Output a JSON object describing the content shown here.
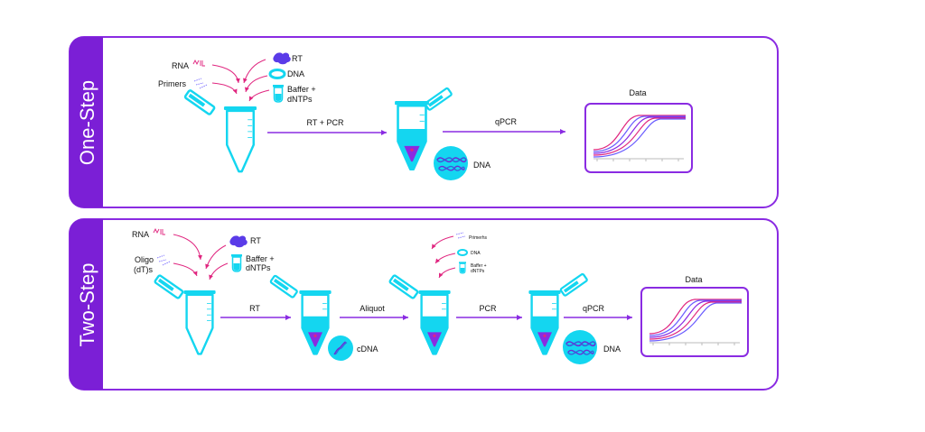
{
  "colors": {
    "panel_border": "#8a2be2",
    "panel_tab": "#7b1fd6",
    "cyan": "#14d6f0",
    "magenta": "#e0257f",
    "purple": "#8a2be2",
    "blue_curve": "#6a5cff"
  },
  "one_step": {
    "side_label": "One-Step",
    "inputs": {
      "rna": "RNA",
      "primers": "Primers",
      "rt": "RT",
      "dna": "DNA",
      "buffer_line1": "Baffer +",
      "buffer_line2": "dNTPs"
    },
    "arrow_rt_pcr": "RT + PCR",
    "arrow_qpcr": "qPCR",
    "product_label": "DNA",
    "data_label": "Data"
  },
  "two_step": {
    "side_label": "Two-Step",
    "inputs": {
      "rna": "RNA",
      "oligo_line1": "Oligo",
      "oligo_line2": "(dT)s",
      "rt": "RT",
      "buffer_line1": "Baffer +",
      "buffer_line2": "dNTPs"
    },
    "arrow_rt": "RT",
    "product_cdna": "cDNA",
    "arrow_aliquot": "Aliquot",
    "pcr_inputs": {
      "primers": "Primerhs",
      "dna": "DNA",
      "buffer_line1": "Baffer +",
      "buffer_line2": "dNTPs"
    },
    "arrow_pcr": "PCR",
    "arrow_qpcr": "qPCR",
    "product_dna": "DNA",
    "data_label": "Data"
  }
}
